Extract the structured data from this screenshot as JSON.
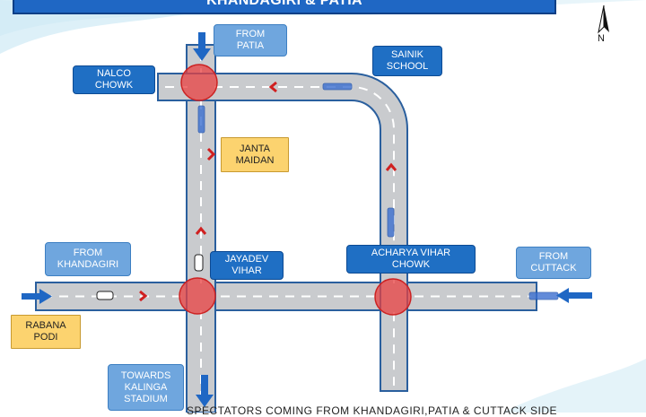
{
  "title": "KHANDAGIRI & PATIA",
  "compass": {
    "letter": "N",
    "icon": "north-arrow-icon"
  },
  "labels": {
    "from_patia": "FROM\nPATIA",
    "nalco_chowk": "NALCO\nCHOWK",
    "sainik_school": "SAINIK\nSCHOOL",
    "janta_maidan": "JANTA\nMAIDAN",
    "from_khandagiri": "FROM\nKHANDAGIRI",
    "jayadev_vihar": "JAYADEV\nVIHAR",
    "acharya_vihar_chowk": "ACHARYA VIHAR\nCHOWK",
    "from_cuttack": "FROM\nCUTTACK",
    "rabana_podi": "RABANA\nPODI",
    "towards_kalinga_stadium": "TOWARDS\nKALINGA\nSTADIUM"
  },
  "footer_text": "SPECTATORS COMING FROM KHANDAGIRI,PATIA & CUTTACK SIDE",
  "colors": {
    "road": "#c9cbce",
    "road_edge": "#2a5f9e",
    "junction": "#e84040",
    "label_dark": "#1f6fc4",
    "label_light": "#6fa6de",
    "label_yellow": "#fcd36f",
    "arrow_blue": "#1f67c4",
    "chevron_red": "#d02020"
  }
}
